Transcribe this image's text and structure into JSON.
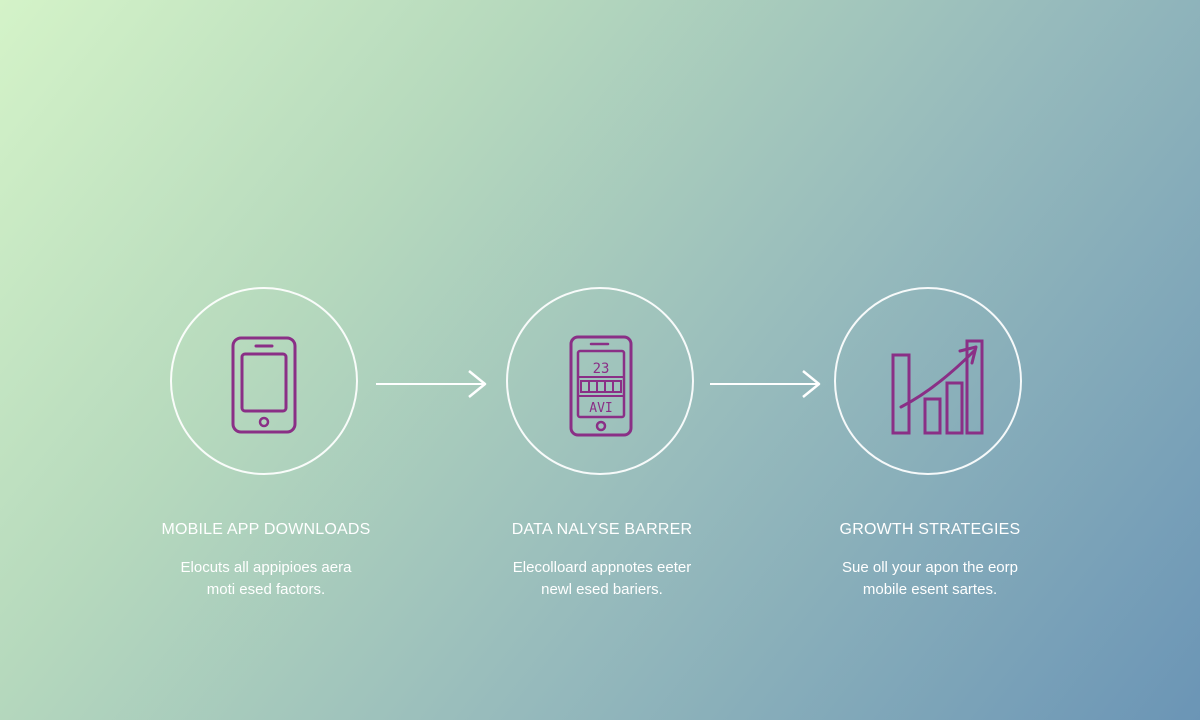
{
  "steps": [
    {
      "icon": "tablet-icon",
      "title": "MOBILE APP DOWNLOADS",
      "desc_line1": "Elocuts all appipioes aera",
      "desc_line2": "moti esed factors."
    },
    {
      "icon": "dashboard-tablet-icon",
      "screen_value": "23",
      "screen_code": "AVI",
      "title": "DATA NALYSE BARRER",
      "desc_line1": "Elecolloard appnotes eeter",
      "desc_line2": "newl esed bariers."
    },
    {
      "icon": "growth-chart-icon",
      "title": "GROWTH STRATEGIES",
      "desc_line1": "Sue oll your apon the eorp",
      "desc_line2": "mobile esent sartes."
    }
  ],
  "colors": {
    "icon_stroke": "#8a2f86",
    "line": "#ffffff"
  }
}
